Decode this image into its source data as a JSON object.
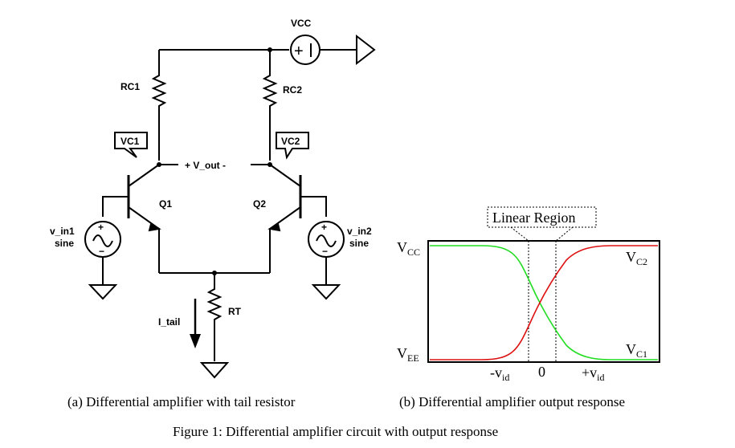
{
  "circuit": {
    "vcc_label": "VCC",
    "rc1_label": "RC1",
    "rc2_label": "RC2",
    "vc1_tag": "VC1",
    "vc2_tag": "VC2",
    "vout_label": "+ V_out -",
    "q1_label": "Q1",
    "q2_label": "Q2",
    "vin1_name": "v_in1",
    "vin1_type": "sine",
    "vin2_name": "v_in2",
    "vin2_type": "sine",
    "rt_label": "RT",
    "itail_label": "I_tail"
  },
  "response": {
    "region_label": "Linear Region",
    "vcc_main": "V",
    "vcc_sub": "CC",
    "vee_main": "V",
    "vee_sub": "EE",
    "vc1_main": "V",
    "vc1_sub": "C1",
    "vc2_main": "V",
    "vc2_sub": "C2",
    "tick_neg_main": "-v",
    "tick_neg_sub": "id",
    "tick_zero": "0",
    "tick_pos_main": "+v",
    "tick_pos_sub": "id",
    "colors": {
      "vc1": "#22dd22",
      "vc2": "#dd1111"
    }
  },
  "captions": {
    "a": "(a) Differential amplifier with tail resistor",
    "b": "(b) Differential amplifier output response",
    "figure": "Figure 1: Differential amplifier circuit with output response"
  }
}
